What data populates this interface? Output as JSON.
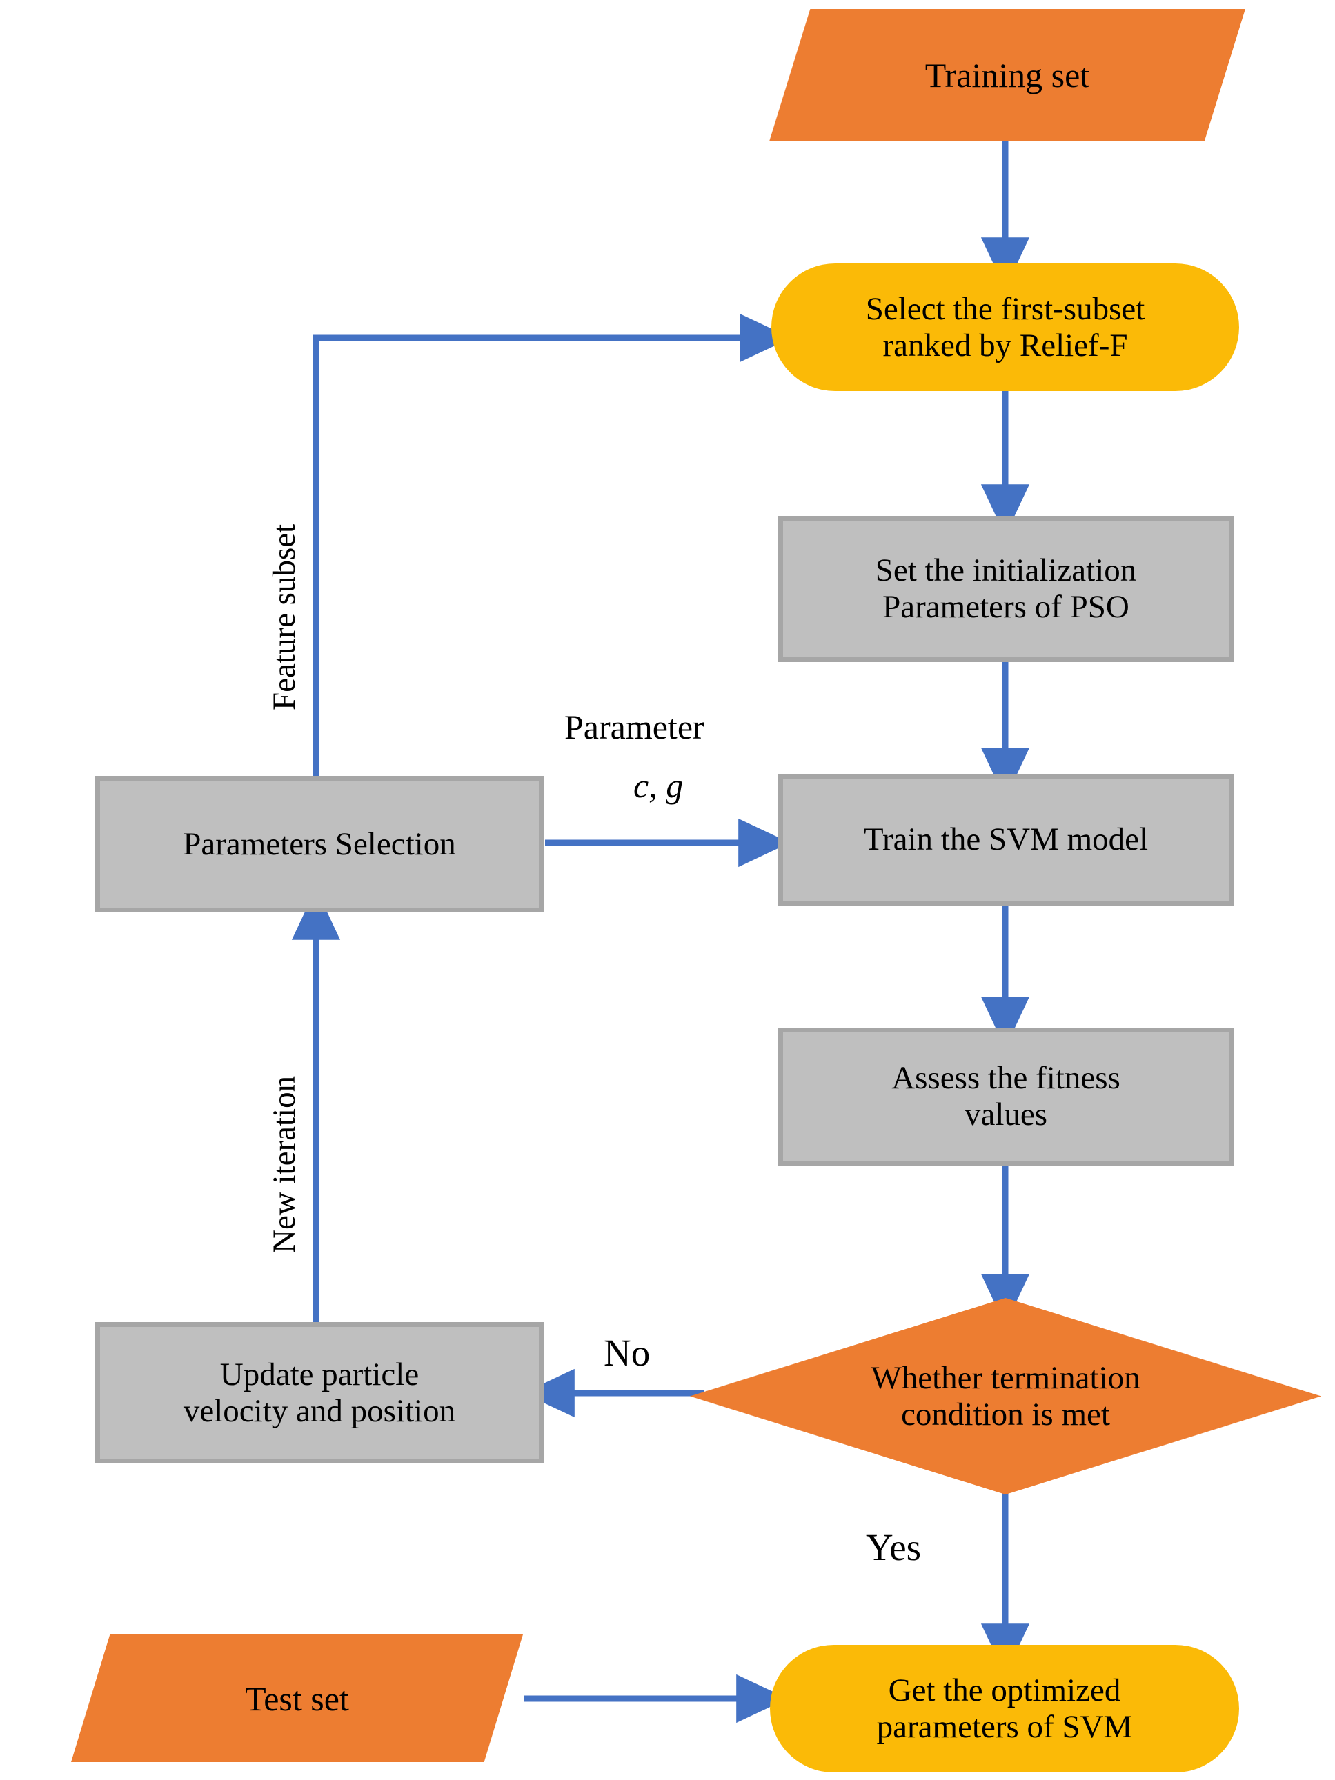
{
  "diagram": {
    "title": "PSO-SVM with Relief-F feature selection flowchart",
    "colors": {
      "data_node_fill": "#ED7D31",
      "terminal_node_fill": "#FBBA07",
      "process_node_fill": "#BFBFBF",
      "process_node_border": "#A6A6A6",
      "arrow": "#4472C4",
      "text": "#000000",
      "background": "#FFFFFF"
    }
  },
  "nodes": {
    "training_set": {
      "label": "Training set",
      "shape": "parallelogram"
    },
    "select_subset": {
      "label_line1": "Select the first-subset",
      "label_line2": "ranked by Relief-F",
      "shape": "stadium"
    },
    "init_pso": {
      "label_line1": "Set the initialization",
      "label_line2": "Parameters of PSO",
      "shape": "process"
    },
    "params_selection": {
      "label": "Parameters Selection",
      "shape": "process"
    },
    "train_svm": {
      "label": "Train the SVM model",
      "shape": "process"
    },
    "assess_fitness": {
      "label_line1": "Assess the fitness",
      "label_line2": "values",
      "shape": "process"
    },
    "termination_check": {
      "label_line1": "Whether termination",
      "label_line2": "condition is met",
      "shape": "diamond"
    },
    "update_particle": {
      "label_line1": "Update particle",
      "label_line2": "velocity and position",
      "shape": "process"
    },
    "test_set": {
      "label": "Test  set",
      "shape": "parallelogram"
    },
    "get_optimized": {
      "label_line1": "Get the optimized",
      "label_line2": "parameters of SVM",
      "shape": "stadium"
    }
  },
  "edge_labels": {
    "feature_subset": "Feature subset",
    "new_iteration": "New iteration",
    "parameter": "Parameter",
    "parameter_cg": "c, g",
    "no": "No",
    "yes": "Yes"
  }
}
